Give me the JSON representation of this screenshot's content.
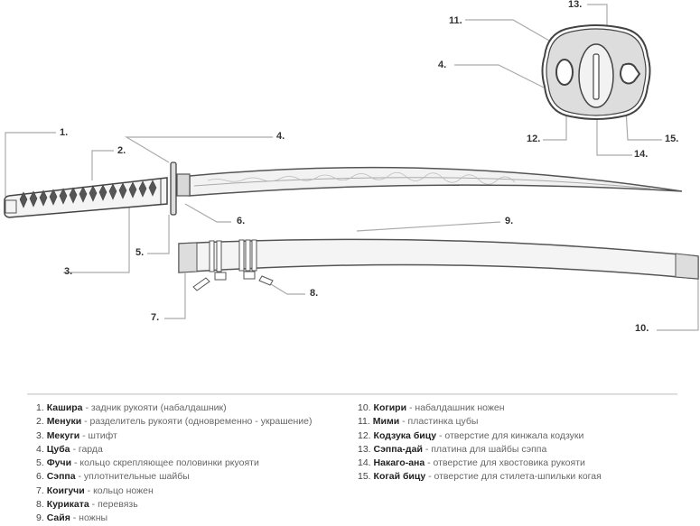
{
  "callouts": {
    "c1": "1.",
    "c2": "2.",
    "c3": "3.",
    "c4": "4.",
    "c5": "5.",
    "c6": "6.",
    "c7": "7.",
    "c8": "8.",
    "c9": "9.",
    "c10": "10.",
    "c11": "11.",
    "c12": "12.",
    "c13": "13.",
    "c14": "14.",
    "c15": "15.",
    "c4b": "4."
  },
  "legend": [
    {
      "num": "1.",
      "term": "Кашира",
      "desc": " - задник рукояти (набалдашник)"
    },
    {
      "num": "2.",
      "term": "Менуки",
      "desc": " - разделитель рукояти (одновременно - украшение)"
    },
    {
      "num": "3.",
      "term": "Мекуги",
      "desc": " - штифт"
    },
    {
      "num": "4.",
      "term": "Цуба",
      "desc": " - гарда"
    },
    {
      "num": "5.",
      "term": "Фучи",
      "desc": " - кольцо  скрепляющее половинки ркуояти"
    },
    {
      "num": "6.",
      "term": "Сэппа",
      "desc": " - уплотнительные шайбы"
    },
    {
      "num": "7.",
      "term": "Коигучи",
      "desc": " - кольцо ножен"
    },
    {
      "num": "8.",
      "term": "Куриката",
      "desc": " - перевязь"
    },
    {
      "num": "9.",
      "term": "Сайя",
      "desc": " - ножны"
    },
    {
      "num": "10.",
      "term": "Когири",
      "desc": " - набалдашник ножен"
    },
    {
      "num": "11.",
      "term": "Мими",
      "desc": " - пластинка цубы"
    },
    {
      "num": "12.",
      "term": "Кодзука бицу",
      "desc": " - отверстие для кинжала кодзуки"
    },
    {
      "num": "13.",
      "term": "Сэппа-дай",
      "desc": " - платина для шайбы сэппа"
    },
    {
      "num": "14.",
      "term": "Накаго-ана",
      "desc": " - отверстие для хвостовика рукояти"
    },
    {
      "num": "15.",
      "term": "Когай бицу",
      "desc": " - отверстие для стилета-шпильки когая"
    }
  ],
  "colors": {
    "line": "#999999",
    "outline": "#444444",
    "fill": "#e8e8e8"
  }
}
